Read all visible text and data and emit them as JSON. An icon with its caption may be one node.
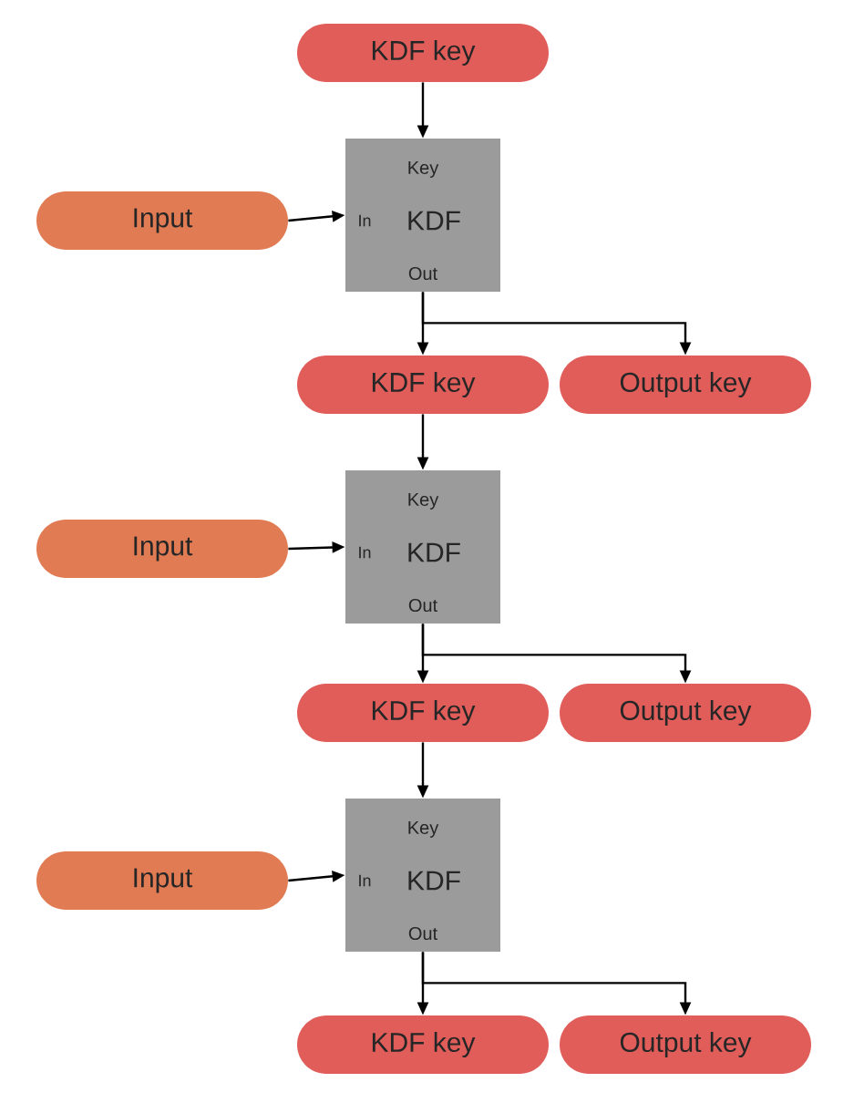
{
  "diagram": {
    "nodes": [
      {
        "text": [
          "KDF key"
        ]
      },
      {
        "text": [
          "Key",
          "In",
          "KDF",
          "Out"
        ]
      },
      {
        "text": [
          "Input"
        ]
      },
      {
        "text": [
          "KDF key"
        ]
      },
      {
        "text": [
          "Output key"
        ]
      },
      {
        "text": [
          "Key",
          "In",
          "KDF",
          "Out"
        ]
      },
      {
        "text": [
          "Input"
        ]
      },
      {
        "text": [
          "KDF key"
        ]
      },
      {
        "text": [
          "Output key"
        ]
      },
      {
        "text": [
          "Key",
          "In",
          "KDF",
          "Out"
        ]
      },
      {
        "text": [
          "Input"
        ]
      },
      {
        "text": [
          "KDF key"
        ]
      },
      {
        "text": [
          "Output key"
        ]
      }
    ],
    "edges": [
      {
        "from": 0,
        "to": 1,
        "arrow": "to"
      },
      {
        "from": 2,
        "to": 1,
        "arrow": "to"
      },
      {
        "from": 1,
        "to": 3,
        "arrow": "to"
      },
      {
        "from": 1,
        "to": 4,
        "arrow": "to"
      },
      {
        "from": 3,
        "to": 5,
        "arrow": "to"
      },
      {
        "from": 6,
        "to": 5,
        "arrow": "to"
      },
      {
        "from": 5,
        "to": 7,
        "arrow": "to"
      },
      {
        "from": 5,
        "to": 8,
        "arrow": "to"
      },
      {
        "from": 7,
        "to": 9,
        "arrow": "to"
      },
      {
        "from": 10,
        "to": 9,
        "arrow": "to"
      },
      {
        "from": 9,
        "to": 11,
        "arrow": "to"
      },
      {
        "from": 9,
        "to": 12,
        "arrow": "to"
      }
    ]
  }
}
